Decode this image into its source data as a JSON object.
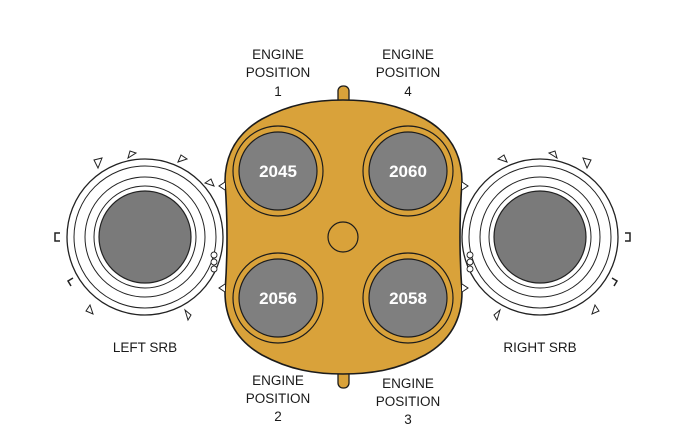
{
  "colors": {
    "core": "#d9a23a",
    "core_stroke": "#1c1c1c",
    "engine_fill": "#7f7f7f",
    "srb_fill": "#7a7a7a",
    "text": "#1a1a1a",
    "number_text": "#ffffff"
  },
  "labels": {
    "pos1": [
      "ENGINE",
      "POSITION",
      "1"
    ],
    "pos4": [
      "ENGINE",
      "POSITION",
      "4"
    ],
    "pos2": [
      "ENGINE",
      "POSITION",
      "2"
    ],
    "pos3": [
      "ENGINE",
      "POSITION",
      "3"
    ],
    "left_srb": "LEFT SRB",
    "right_srb": "RIGHT SRB"
  },
  "engines": {
    "e1": "2045",
    "e4": "2060",
    "e2": "2056",
    "e3": "2058"
  }
}
